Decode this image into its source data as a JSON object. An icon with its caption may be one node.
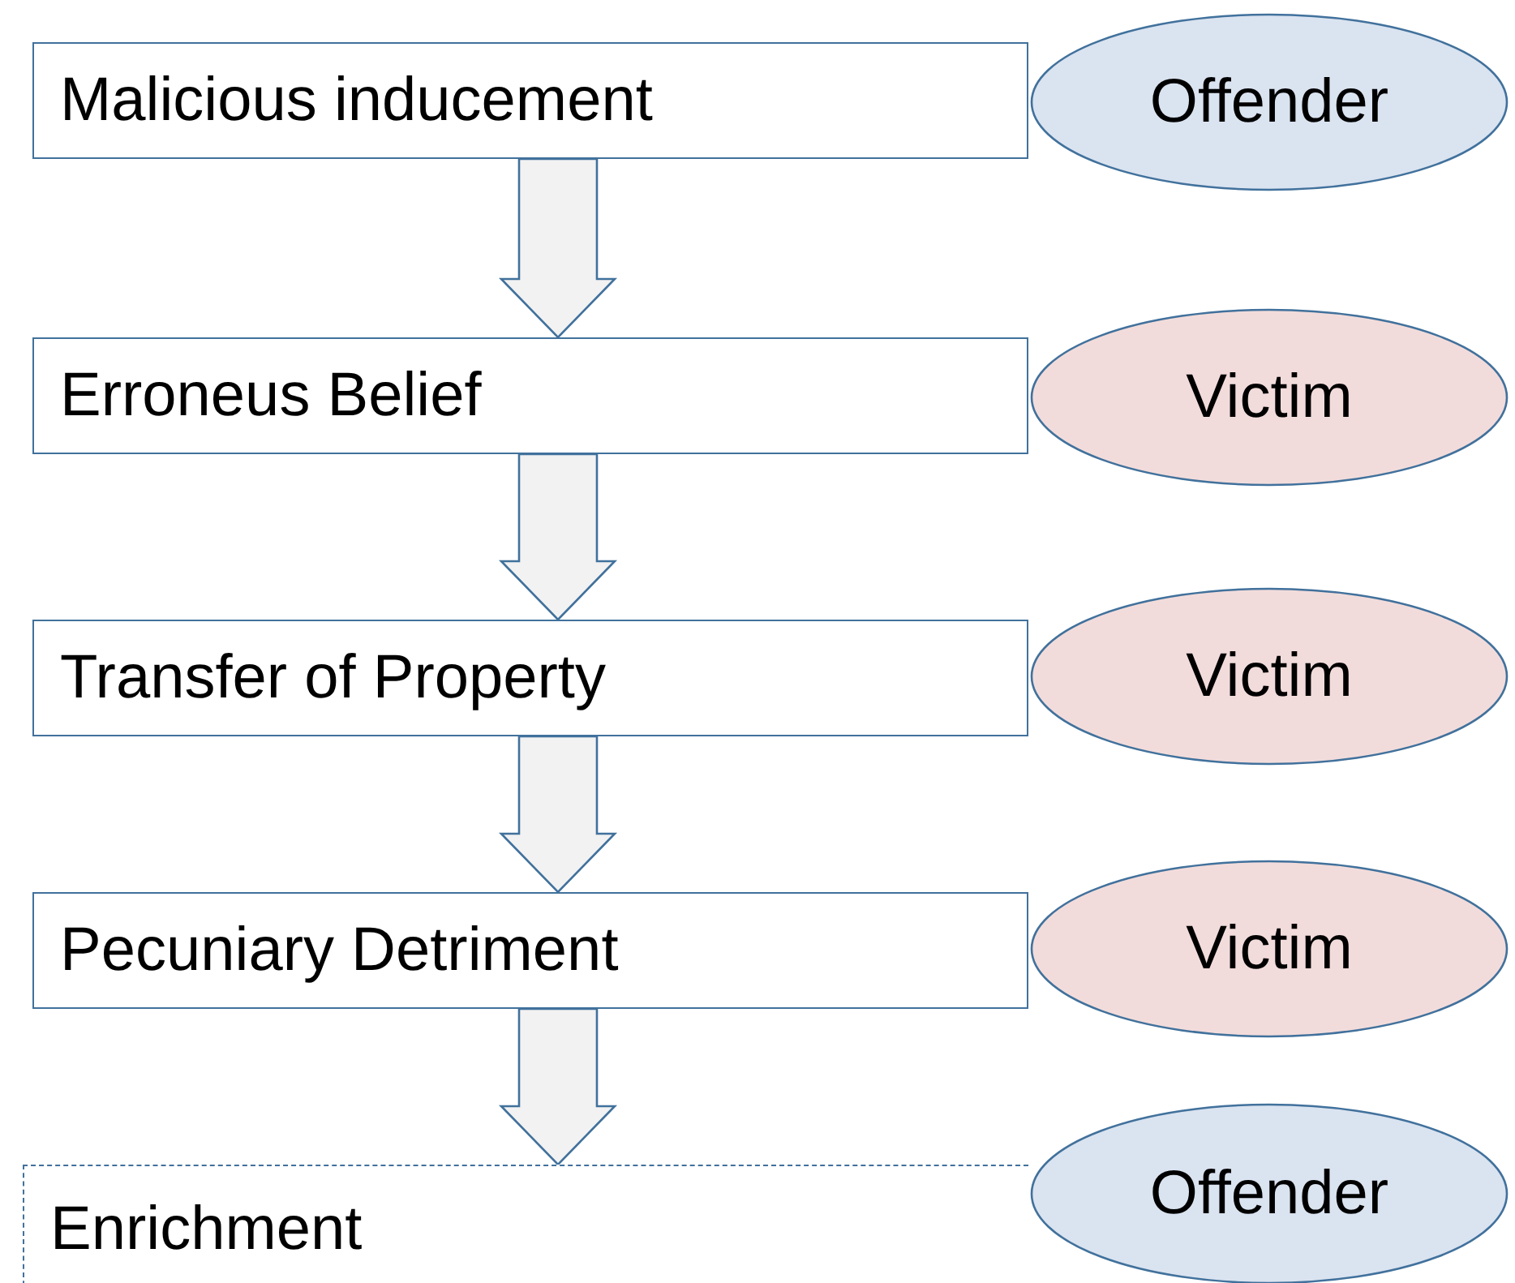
{
  "diagram": {
    "nodes": [
      {
        "text": [
          "Malicious inducement"
        ]
      },
      {
        "text": [
          "Offender"
        ]
      },
      {
        "text": [
          "Erroneus Belief"
        ]
      },
      {
        "text": [
          "Victim"
        ]
      },
      {
        "text": [
          "Transfer of Property"
        ]
      },
      {
        "text": [
          "Victim"
        ]
      },
      {
        "text": [
          "Pecuniary Detriment"
        ]
      },
      {
        "text": [
          "Victim"
        ]
      },
      {
        "text": [
          "Enrichment"
        ]
      },
      {
        "text": [
          "Offender"
        ]
      }
    ],
    "edges": [
      {
        "from": 0,
        "to": 2,
        "arrow": "to"
      },
      {
        "from": 2,
        "to": 4,
        "arrow": "to"
      },
      {
        "from": 4,
        "to": 6,
        "arrow": "to"
      },
      {
        "from": 6,
        "to": 8,
        "arrow": "to"
      }
    ]
  }
}
